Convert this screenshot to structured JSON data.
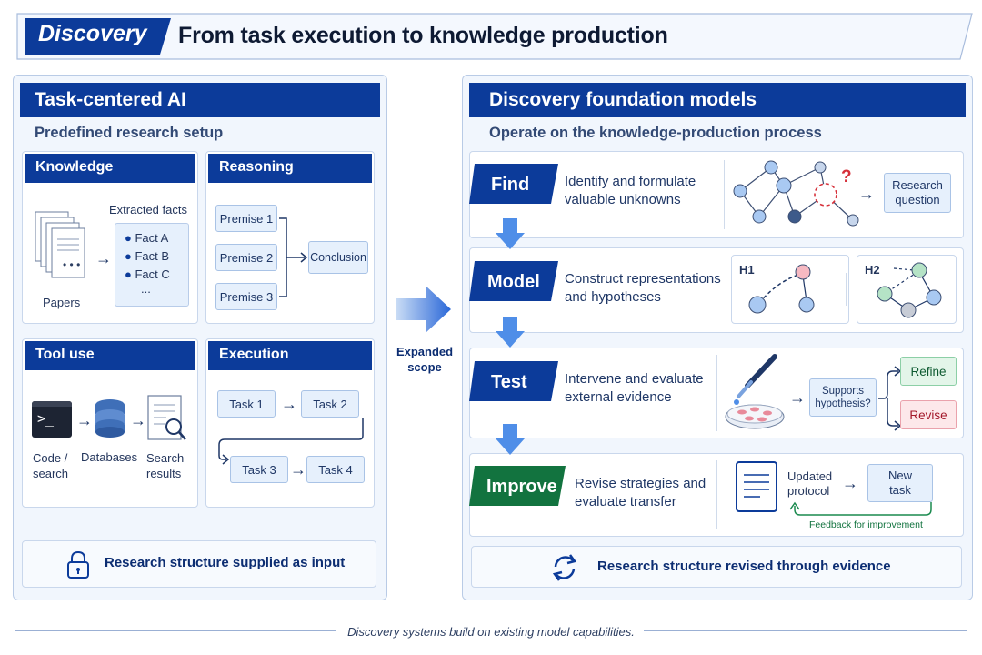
{
  "header": {
    "tag": "Discovery",
    "title": "From task execution to knowledge production"
  },
  "left": {
    "title": "Task-centered AI",
    "subtitle": "Predefined research setup",
    "knowledge": {
      "title": "Knowledge",
      "extracted_label": "Extracted facts",
      "facts": [
        "Fact A",
        "Fact B",
        "Fact C"
      ],
      "more": "...",
      "papers_label": "Papers"
    },
    "reasoning": {
      "title": "Reasoning",
      "premises": [
        "Premise 1",
        "Premise 2",
        "Premise 3"
      ],
      "conclusion": "Conclusion"
    },
    "tool_use": {
      "title": "Tool use",
      "code_label": "Code /\nsearch",
      "db_label": "Databases",
      "results_label": "Search\nresults",
      "terminal_prompt": ">_"
    },
    "execution": {
      "title": "Execution",
      "tasks": [
        "Task 1",
        "Task 2",
        "Task 3",
        "Task 4"
      ]
    },
    "footer": "Research structure supplied as input"
  },
  "middle": {
    "label": "Expanded\nscope"
  },
  "right": {
    "title": "Discovery foundation models",
    "subtitle": "Operate on the knowledge-production process",
    "steps": [
      {
        "tag": "Find",
        "desc": "Identify and formulate\nvaluable unknowns",
        "color": "#0c3b9a"
      },
      {
        "tag": "Model",
        "desc": "Construct representations\nand hypotheses",
        "color": "#0c3b9a"
      },
      {
        "tag": "Test",
        "desc": "Intervene and evaluate\nexternal evidence",
        "color": "#0c3b9a"
      },
      {
        "tag": "Improve",
        "desc": "Revise strategies and\nevaluate transfer",
        "color": "#12733f"
      }
    ],
    "find_vis": {
      "question_mark": "?",
      "result": "Research\nquestion"
    },
    "model_vis": {
      "h1": "H1",
      "h2": "H2"
    },
    "test_vis": {
      "question": "Supports\nhypothesis?",
      "refine": "Refine",
      "revise": "Revise"
    },
    "improve_vis": {
      "updated": "Updated\nprotocol",
      "new_task": "New\ntask",
      "feedback": "Feedback for improvement"
    },
    "footer": "Research structure revised through evidence"
  },
  "footer_note": "Discovery systems build on existing model capabilities.",
  "colors": {
    "navy": "#0c3b9a",
    "green": "#12733f",
    "light_panel": "#f1f6fd",
    "node_blue": "#a9c9f2",
    "node_pink": "#f6b9c2",
    "node_green": "#b5e3c6"
  }
}
